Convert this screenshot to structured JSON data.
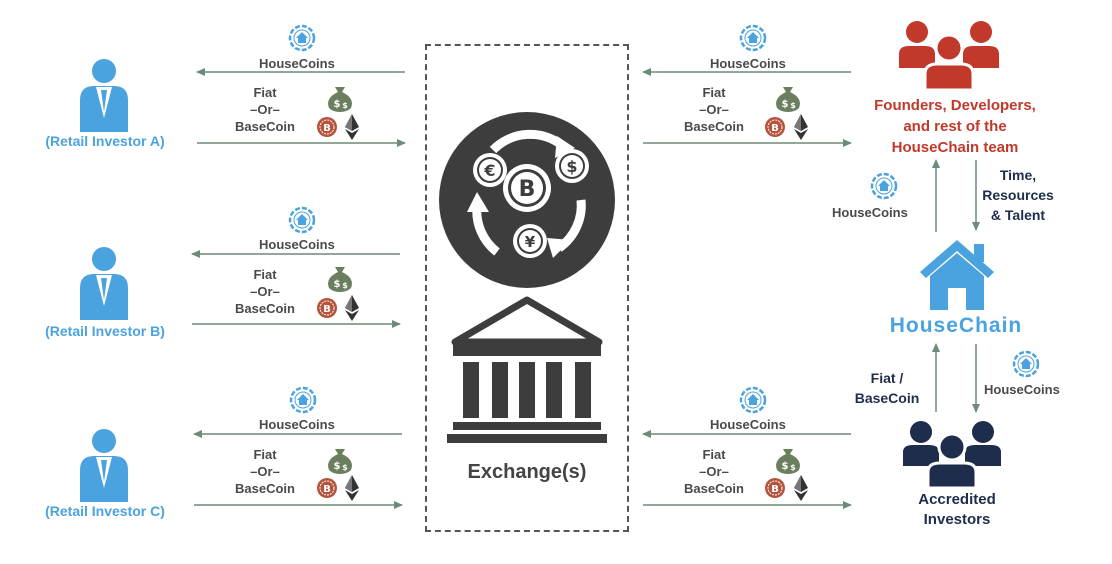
{
  "exchange": {
    "label": "Exchange(s)"
  },
  "retail_investors": [
    {
      "label": "(Retail Investor A)"
    },
    {
      "label": "(Retail Investor B)"
    },
    {
      "label": "(Retail Investor C)"
    }
  ],
  "flow_labels": {
    "housecoins": "HouseCoins",
    "fiat": "Fiat",
    "or": "–Or–",
    "basecoin": "BaseCoin"
  },
  "team": {
    "label_line1": "Founders, Developers,",
    "label_line2": "and rest of the",
    "label_line3": "HouseChain team"
  },
  "housechain": {
    "label": "HouseChain"
  },
  "time_resources": {
    "line1": "Time,",
    "line2": "Resources",
    "line3": "& Talent"
  },
  "fiat_basecoin": {
    "line1": "Fiat /",
    "line2": "BaseCoin"
  },
  "accredited": {
    "line1": "Accredited",
    "line2": "Investors"
  },
  "colors": {
    "blue": "#4aa3df",
    "red": "#c0392b",
    "navy": "#1f2d4d",
    "arrow": "#6e8a78",
    "money_green": "#6b7f5e",
    "coin_red": "#b5533c"
  },
  "icons": [
    "person-icon",
    "housecoin-icon",
    "money-bag-icon",
    "bitcoin-icon",
    "ethereum-icon",
    "exchange-coins-icon",
    "bank-icon",
    "team-icon",
    "house-icon",
    "investors-icon"
  ]
}
